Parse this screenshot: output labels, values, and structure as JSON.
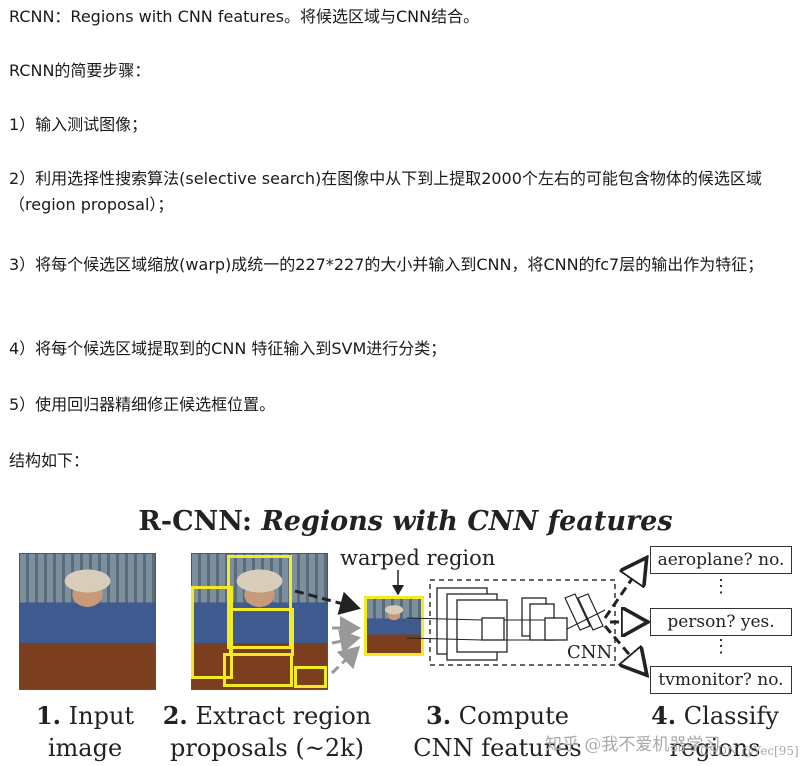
{
  "article": {
    "p1": "RCNN：Regions with CNN features。将候选区域与CNN结合。",
    "p2": "RCNN的简要步骤：",
    "p3": "1）输入测试图像；",
    "p4": "2）利用选择性搜索算法(selective search)在图像中从下到上提取2000个左右的可能包含物体的候选区域（region proposal）；",
    "p5": "3）将每个候选区域缩放(warp)成统一的227*227的大小并输入到CNN，将CNN的fc7层的输出作为特征；",
    "p6": "4）将每个候选区域提取到的CNN 特征输入到SVM进行分类；",
    "p7": "5）使用回归器精细修正候选框位置。",
    "p8": "结构如下："
  },
  "figure": {
    "title_prefix": "R-CNN:",
    "title_italic": "Regions with CNN features",
    "warped_label": "warped region",
    "cnn_label": "CNN",
    "classes": [
      "aeroplane? no.",
      "person? yes.",
      "tvmonitor? no."
    ],
    "dots": "⋮",
    "steps": [
      {
        "num": "1.",
        "line1": "Input",
        "line2": "image"
      },
      {
        "num": "2.",
        "line1": "Extract region",
        "line2": "proposals (~2k)"
      },
      {
        "num": "3.",
        "line1": "Compute",
        "line2": "CNN features"
      },
      {
        "num": "4.",
        "line1": "Classify",
        "line2": "regions"
      }
    ]
  },
  "watermark": {
    "zhihu": "知乎 @我不爱机器学习",
    "csdn": "CSDN @Yec[95]"
  },
  "colors": {
    "highlight": "#f1ea24",
    "text": "#1a1a1a"
  }
}
